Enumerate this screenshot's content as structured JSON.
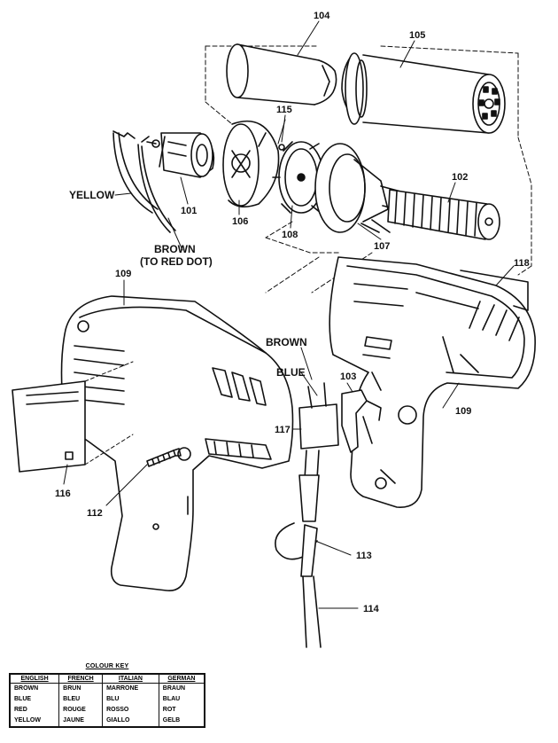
{
  "parts": {
    "p104": "104",
    "p105": "105",
    "p115": "115",
    "p102": "102",
    "p101": "101",
    "p106": "106",
    "p108": "108",
    "p107": "107",
    "p118": "118",
    "p109a": "109",
    "p109b": "109",
    "p103": "103",
    "p117": "117",
    "p116": "116",
    "p112": "112",
    "p113": "113",
    "p114": "114"
  },
  "wires": {
    "yellow": "YELLOW",
    "brown": "BROWN",
    "brown_note": "(TO RED DOT)",
    "brown2": "BROWN",
    "blue": "BLUE"
  },
  "colour_key": {
    "title": "COLOUR KEY",
    "headers": [
      "ENGLISH",
      "FRENCH",
      "ITALIAN",
      "GERMAN"
    ],
    "rows": [
      [
        "BROWN",
        "BRUN",
        "MARRONE",
        "BRAUN"
      ],
      [
        "BLUE",
        "BLEU",
        "BLU",
        "BLAU"
      ],
      [
        "RED",
        "ROUGE",
        "ROSSO",
        "ROT"
      ],
      [
        "YELLOW",
        "JAUNE",
        "GIALLO",
        "GELB"
      ]
    ]
  }
}
